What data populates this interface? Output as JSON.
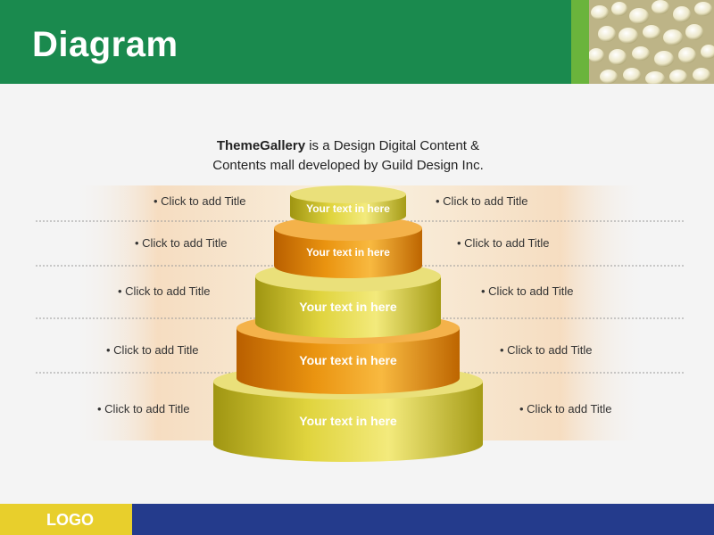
{
  "slide": {
    "title": "Diagram",
    "subtitle_bold": "ThemeGallery",
    "subtitle_rest_line1": " is a Design Digital Content &",
    "subtitle_line2": "Contents mall developed by Guild Design Inc.",
    "logo": "LOGO"
  },
  "diagram": {
    "tiers": [
      {
        "label": "Your text in here",
        "color": "yellow",
        "left": "Click to add Title",
        "right": "Click to add Title"
      },
      {
        "label": "Your text in here",
        "color": "orange",
        "left": "Click to add Title",
        "right": "Click to add Title"
      },
      {
        "label": "Your text in here",
        "color": "yellow",
        "left": "Click to add Title",
        "right": "Click to add Title"
      },
      {
        "label": "Your text in here",
        "color": "orange",
        "left": "Click to add Title",
        "right": "Click to add Title"
      },
      {
        "label": "Your text in here",
        "color": "yellow",
        "left": "Click to add Title",
        "right": "Click to add Title"
      }
    ]
  },
  "colors": {
    "header_green": "#1a8a4e",
    "accent_green": "#6ab43c",
    "footer_blue": "#243b8c",
    "footer_yellow": "#e8cf2c",
    "tier_yellow": "#d9cc3a",
    "tier_orange": "#e6900f"
  }
}
